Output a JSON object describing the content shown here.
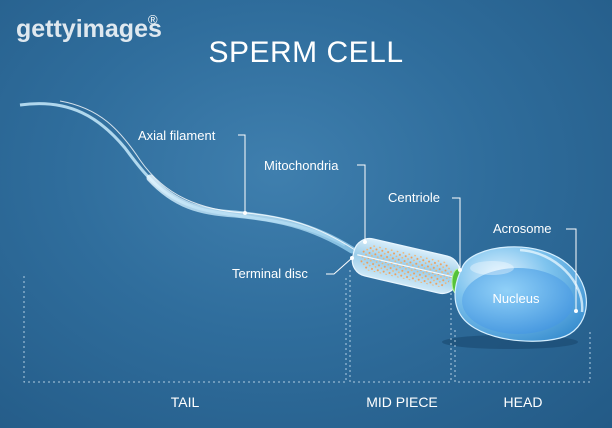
{
  "watermark": "gettyimages",
  "watermark_mark": "®",
  "title": "SPERM CELL",
  "labels": {
    "axial_filament": "Axial filament",
    "mitochondria": "Mitochondria",
    "terminal_disc": "Terminal disc",
    "centriole": "Centriole",
    "acrosome": "Acrosome",
    "nucleus": "Nucleus"
  },
  "sections": {
    "tail": "TAIL",
    "mid_piece": "MID PIECE",
    "head": "HEAD"
  },
  "colors": {
    "background": "#2f6d9c",
    "tail": "#bfe3f6",
    "midpiece_fill": "#e8874a",
    "centriole": "#56c23a",
    "head": "#7fc4ee"
  }
}
